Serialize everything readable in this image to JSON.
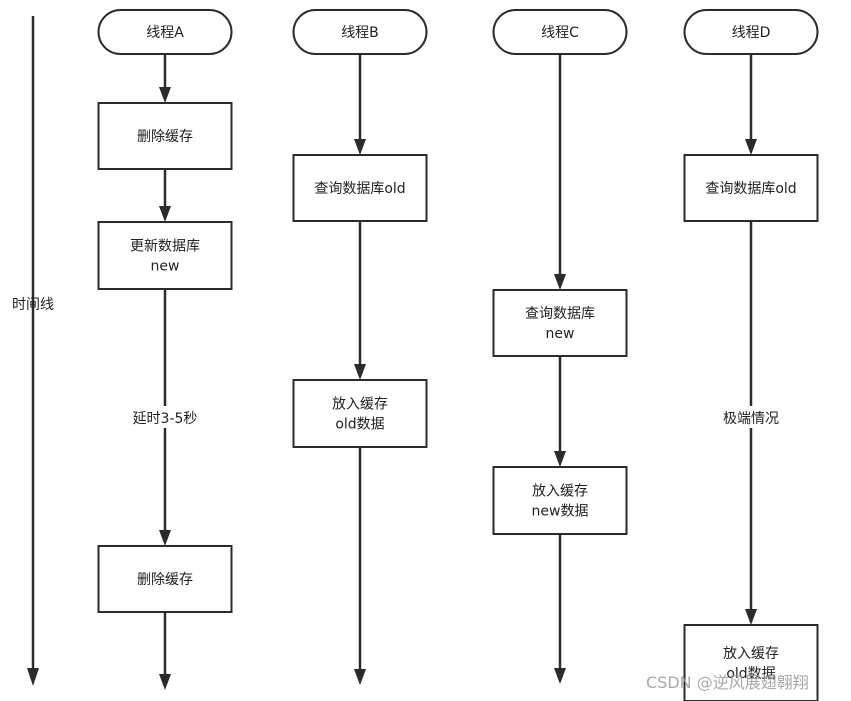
{
  "timeline": {
    "label": "时间线"
  },
  "threads": [
    {
      "name": "线程A",
      "steps": [
        "删除缓存",
        "更新数据库\nnew",
        "删除缓存"
      ],
      "edge_labels": [
        "",
        "",
        "延时3-5秒",
        ""
      ]
    },
    {
      "name": "线程B",
      "steps": [
        "查询数据库old",
        "放入缓存\nold数据"
      ],
      "edge_labels": [
        "",
        "",
        ""
      ]
    },
    {
      "name": "线程C",
      "steps": [
        "查询数据库\nnew",
        "放入缓存\nnew数据"
      ],
      "edge_labels": [
        "",
        "",
        ""
      ]
    },
    {
      "name": "线程D",
      "steps": [
        "查询数据库old",
        "放入缓存\nold数据"
      ],
      "edge_labels": [
        "",
        "极端情况",
        ""
      ]
    }
  ],
  "watermark": "CSDN @逆风展翅翱翔",
  "colors": {
    "stroke": "#2b2b2b",
    "background": "#ffffff",
    "watermark": "#9a9a9a"
  }
}
